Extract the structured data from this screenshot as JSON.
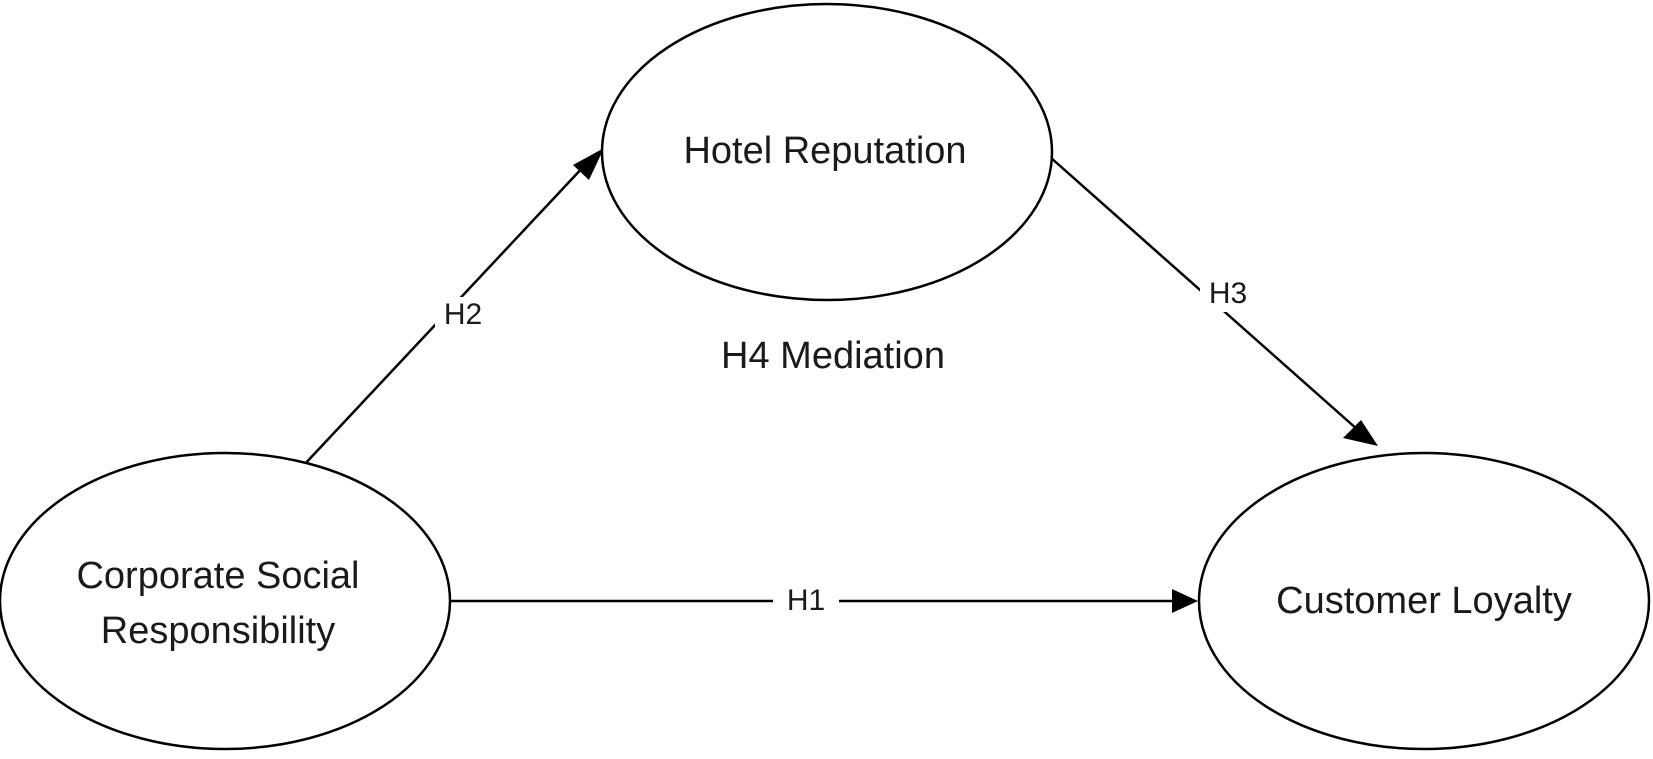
{
  "diagram": {
    "nodes": {
      "hotel_reputation": {
        "label": "Hotel Reputation"
      },
      "csr": {
        "label_line1": "Corporate Social",
        "label_line2": "Responsibility"
      },
      "customer_loyalty": {
        "label": "Customer Loyalty"
      }
    },
    "edges": {
      "h1": {
        "label": "H1",
        "from": "Corporate Social Responsibility",
        "to": "Customer Loyalty"
      },
      "h2": {
        "label": "H2",
        "from": "Corporate Social Responsibility",
        "to": "Hotel Reputation"
      },
      "h3": {
        "label": "H3",
        "from": "Hotel Reputation",
        "to": "Customer Loyalty"
      }
    },
    "mediation_label": "H4 Mediation"
  }
}
